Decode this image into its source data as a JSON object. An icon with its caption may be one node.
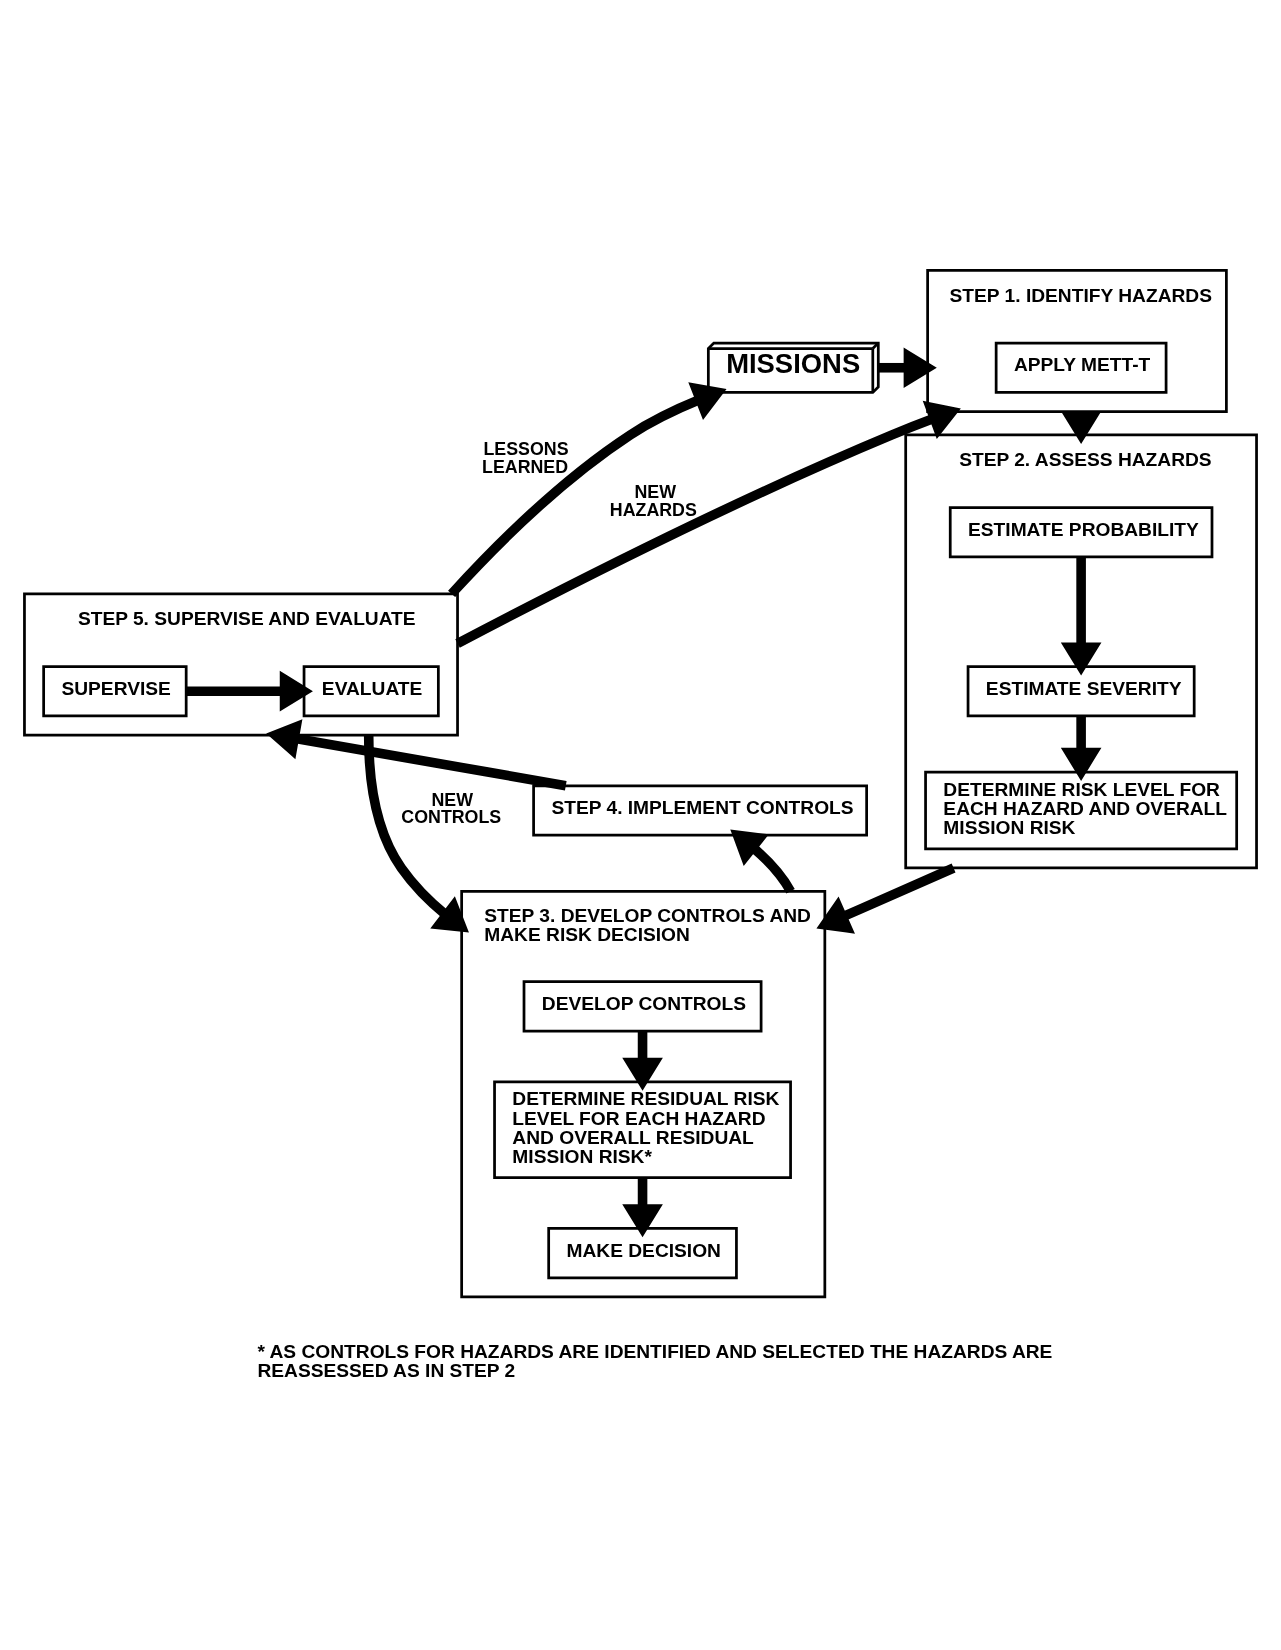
{
  "diagram": {
    "nodes": [
      {
        "text": [
          "STEP 1. IDENTIFY HAZARDS"
        ]
      },
      {
        "text": [
          "APPLY METT-T"
        ],
        "in": 0
      },
      {
        "text": [
          "MISSIONS"
        ]
      },
      {
        "text": [
          "STEP 2. ASSESS HAZARDS"
        ]
      },
      {
        "text": [
          "ESTIMATE PROBABILITY"
        ],
        "in": 3
      },
      {
        "text": [
          "ESTIMATE SEVERITY"
        ],
        "in": 3
      },
      {
        "text": [
          "DETERMINE RISK LEVEL FOR EACH HAZARD AND OVERALL MISSION RISK"
        ],
        "in": 3
      },
      {
        "text": [
          "STEP 5. SUPERVISE AND EVALUATE"
        ]
      },
      {
        "text": [
          "SUPERVISE"
        ],
        "in": 7
      },
      {
        "text": [
          "EVALUATE"
        ],
        "in": 7
      },
      {
        "text": [
          "STEP 4. IMPLEMENT CONTROLS"
        ]
      },
      {
        "text": [
          "STEP 3. DEVELOP CONTROLS AND MAKE RISK DECISION"
        ]
      },
      {
        "text": [
          "DEVELOP CONTROLS"
        ],
        "in": 11
      },
      {
        "text": [
          "DETERMINE RESIDUAL RISK LEVEL FOR EACH HAZARD AND OVERALL RESIDUAL MISSION RISK*"
        ],
        "in": 11
      },
      {
        "text": [
          "MAKE DECISION"
        ],
        "in": 11
      }
    ],
    "edges": [
      {
        "from": 2,
        "to": 0,
        "arrow": "to"
      },
      {
        "from": 0,
        "to": 3,
        "arrow": "to"
      },
      {
        "from": 4,
        "to": 5,
        "arrow": "to"
      },
      {
        "from": 5,
        "to": 6,
        "arrow": "to"
      },
      {
        "from": 3,
        "to": 11,
        "arrow": "to"
      },
      {
        "from": 12,
        "to": 13,
        "arrow": "to"
      },
      {
        "from": 13,
        "to": 14,
        "arrow": "to"
      },
      {
        "from": 11,
        "to": 10,
        "arrow": "to"
      },
      {
        "from": 10,
        "to": 7,
        "arrow": "to"
      },
      {
        "from": 8,
        "to": 9,
        "arrow": "to"
      },
      {
        "from": 7,
        "to": 2,
        "arrow": "to",
        "label": "LESSONS LEARNED"
      },
      {
        "from": 7,
        "to": 0,
        "arrow": "to",
        "label": "NEW HAZARDS"
      },
      {
        "from": 7,
        "to": 11,
        "arrow": "to",
        "label": "NEW CONTROLS"
      }
    ],
    "labels": [
      "* AS CONTROLS FOR HAZARDS ARE IDENTIFIED AND SELECTED THE HAZARDS ARE REASSESSED AS IN STEP 2"
    ]
  }
}
